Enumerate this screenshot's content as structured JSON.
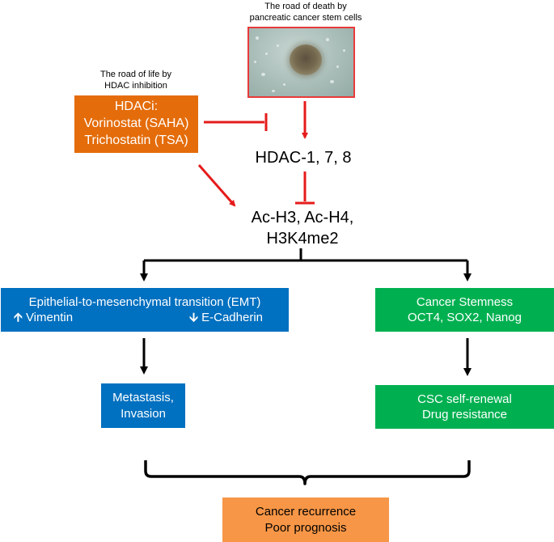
{
  "photo_caption": [
    "The road of death by",
    "pancreatic cancer stem cells"
  ],
  "hdac_caption": [
    "The road of life by",
    "HDAC inhibition"
  ],
  "hdaci_box": [
    "HDACi:",
    "Vorinostat (SAHA)",
    "Trichostatin (TSA)"
  ],
  "hdac_target": "HDAC-1, 7, 8",
  "acetylation": [
    "Ac-H3, Ac-H4,",
    "H3K4me2"
  ],
  "emt_box": {
    "title": "Epithelial-to-mesenchymal transition (EMT)",
    "up_label": "Vimentin",
    "down_label": "E-Cadherin"
  },
  "stemness_box": [
    "Cancer Stemness",
    "OCT4, SOX2, Nanog"
  ],
  "metastasis_box": [
    "Metastasis,",
    "Invasion"
  ],
  "csc_box": [
    "CSC self-renewal",
    "Drug resistance"
  ],
  "outcome_box": [
    "Cancer recurrence",
    "Poor prognosis"
  ],
  "colors": {
    "hdaci": "#e46c0a",
    "emt": "#0070c0",
    "stemness": "#00b050",
    "outcome": "#f79646",
    "inhibit_arrow": "#e51b1b",
    "flow_arrow": "#000000"
  }
}
